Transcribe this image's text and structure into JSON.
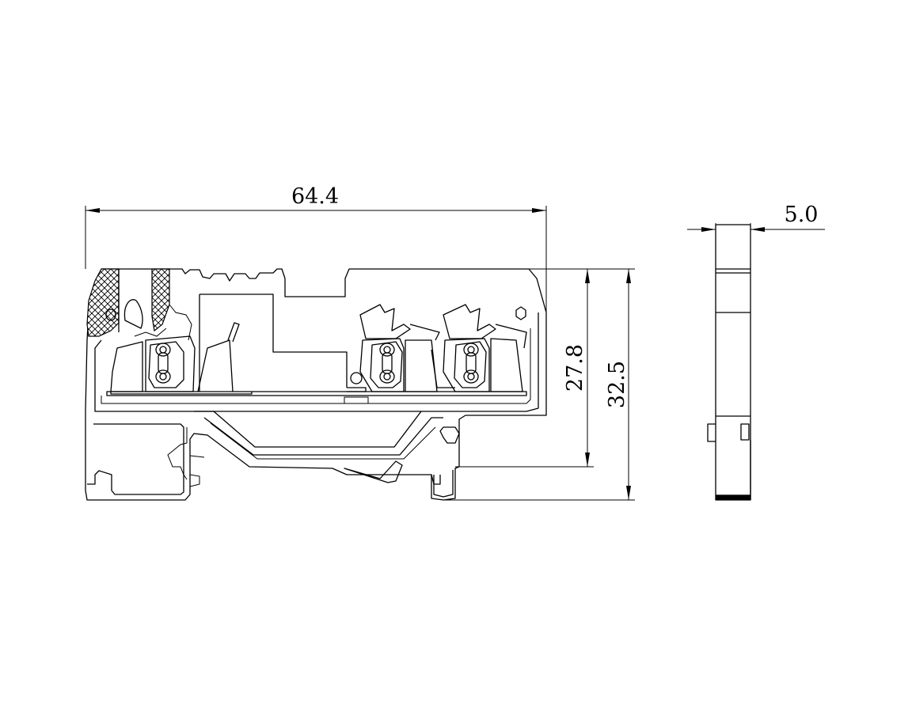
{
  "drawing": {
    "dimensions": {
      "overall_width": "64.4",
      "inner_height": "27.8",
      "overall_height": "32.5",
      "side_thickness": "5.0"
    },
    "line_color": "#000000",
    "background_color": "#ffffff"
  }
}
